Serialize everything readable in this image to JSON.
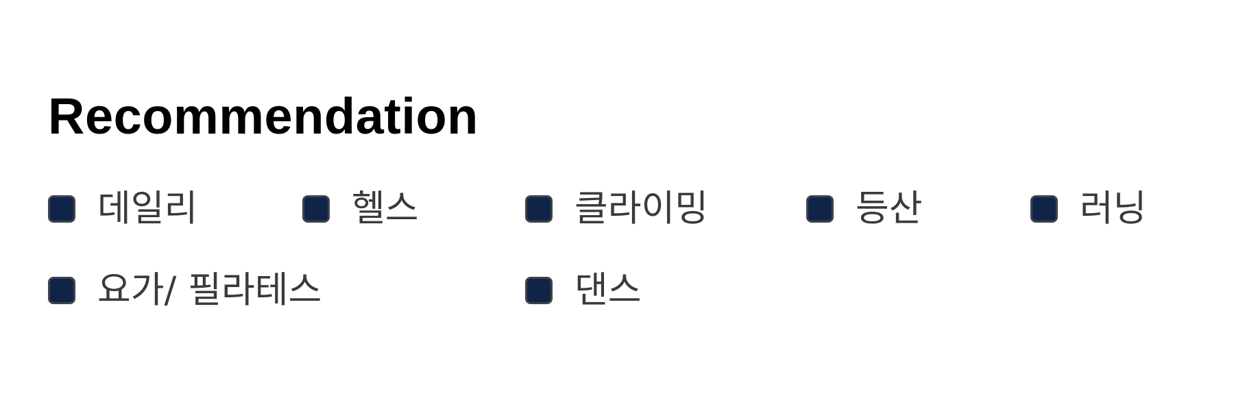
{
  "recommendation": {
    "title": "Recommendation",
    "checkbox_color": "#10244a",
    "options": [
      {
        "label": "데일리",
        "checked": false
      },
      {
        "label": "헬스",
        "checked": false
      },
      {
        "label": "클라이밍",
        "checked": false
      },
      {
        "label": "등산",
        "checked": false
      },
      {
        "label": "러닝",
        "checked": false
      },
      {
        "label": "요가/ 필라테스",
        "checked": false
      },
      {
        "label": "댄스",
        "checked": false
      }
    ]
  }
}
